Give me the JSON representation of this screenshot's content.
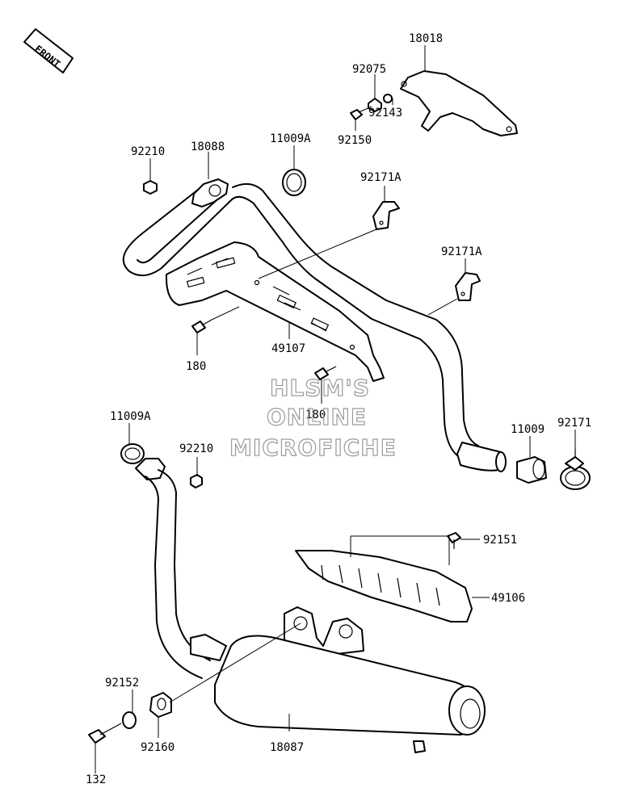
{
  "front_badge": "FRONT",
  "watermark": [
    "HLSM'S",
    "ONLINE",
    "MICROFICHE"
  ],
  "labels": {
    "p18018": "18018",
    "p92075": "92075",
    "p92143": "92143",
    "p92150": "92150",
    "p92210_top": "92210",
    "p18088": "18088",
    "p11009A_top": "11009A",
    "p92171A_a": "92171A",
    "p92171A_b": "92171A",
    "p180_a": "180",
    "p49107": "49107",
    "p180_b": "180",
    "p11009A_mid": "11009A",
    "p92210_mid": "92210",
    "p11009": "11009",
    "p92171": "92171",
    "p92151": "92151",
    "p49106": "49106",
    "p92152": "92152",
    "p92160": "92160",
    "p18087": "18087",
    "p132": "132"
  }
}
